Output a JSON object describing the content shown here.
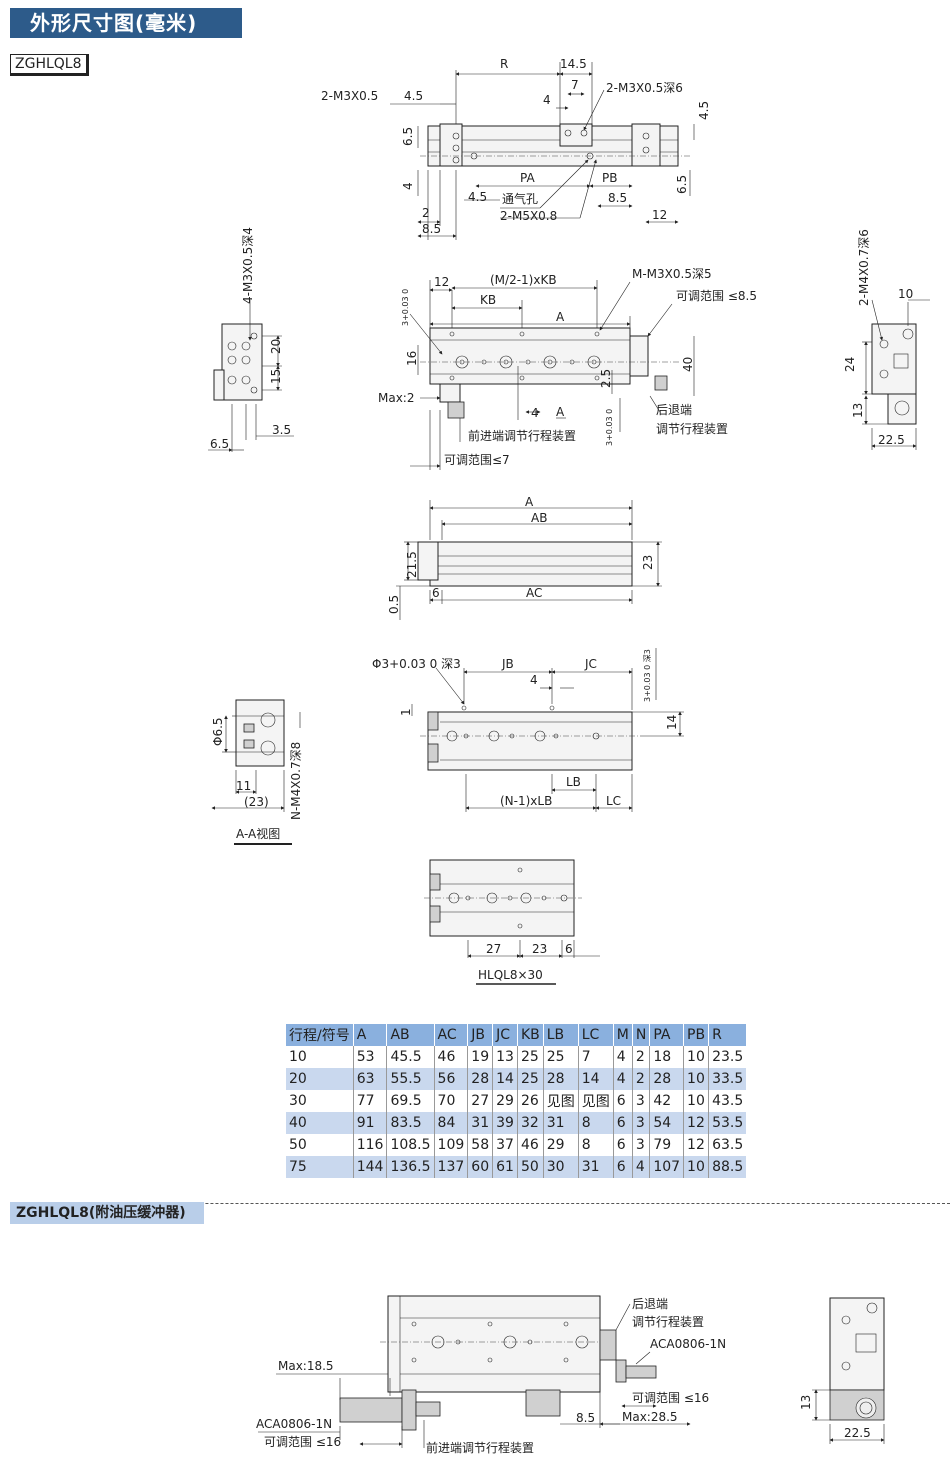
{
  "header": {
    "title": "外形尺寸图(毫米)",
    "model": "ZGHLQL8"
  },
  "top_view": {
    "dim_r": "R",
    "dim_14_5": "14.5",
    "dim_4_5a": "4.5",
    "dim_7": "7",
    "dim_4a": "4",
    "dim_4_5b": "4.5",
    "thread_m3_left": "2-M3X0.5",
    "thread_m3_right": "2-M3X0.5深6",
    "dim_6_5a": "6.5",
    "dim_4b": "4",
    "dim_4_5c": "4.5",
    "dim_2": "2",
    "dim_8_5a": "8.5",
    "dim_pa": "PA",
    "dim_pb": "PB",
    "dim_6_5b": "6.5",
    "dim_8_5b": "8.5",
    "dim_12": "12",
    "vent": "通气孔",
    "thread_m5": "2-M5X0.8"
  },
  "main_view": {
    "tol_3": "3+0.03 0",
    "dim_12": "12",
    "dim_m2kb": "(M/2-1)xKB",
    "dim_kb": "KB",
    "dim_a": "A",
    "thread_m": "M-M3X0.5深5",
    "range_85": "可调范围 ≤8.5",
    "dim_16": "16",
    "dim_40": "40",
    "dim_2_5": "2.5",
    "max_2": "Max:2",
    "dim_4": "4",
    "section_a": "A",
    "rear_label1": "后退端",
    "rear_label2": "调节行程装置",
    "front_label": "前进端调节行程装置",
    "tol_3b": "3+0.03 0",
    "range_7": "可调范围≤7"
  },
  "left_end": {
    "thread": "4-M3X0.5深4",
    "dim_20": "20",
    "dim_15": "15",
    "dim_3_5": "3.5",
    "dim_6_5": "6.5"
  },
  "right_end": {
    "thread": "2-M4X0.7深6",
    "dim_10": "10",
    "dim_24": "24",
    "dim_13": "13",
    "dim_22_5": "22.5"
  },
  "side_view": {
    "dim_a": "A",
    "dim_ab": "AB",
    "dim_21_5": "21.5",
    "dim_23": "23",
    "dim_0_5": "0.5",
    "dim_6": "6",
    "dim_ac": "AC"
  },
  "bottom_view": {
    "hole": "Φ3+0.03 0 深3",
    "dim_jb": "JB",
    "dim_jc": "JC",
    "tol_3": "3+0.03 0 深3",
    "dim_4": "4",
    "dim_1": "1",
    "dim_14": "14",
    "dim_lb": "LB",
    "dim_n1lb": "(N-1)xLB",
    "dim_lc": "LC"
  },
  "aa_view": {
    "dim_phi": "Φ6.5",
    "dim_11": "11",
    "dim_23": "(23)",
    "thread": "N-M4X0.7深8",
    "label": "A-A视图"
  },
  "hlql_view": {
    "dim_27": "27",
    "dim_23": "23",
    "dim_6": "6",
    "label": "HLQL8×30"
  },
  "table": {
    "columns": [
      "行程/符号",
      "A",
      "AB",
      "AC",
      "JB",
      "JC",
      "KB",
      "LB",
      "LC",
      "M",
      "N",
      "PA",
      "PB",
      "R"
    ],
    "rows": [
      [
        "10",
        "53",
        "45.5",
        "46",
        "19",
        "13",
        "25",
        "25",
        "7",
        "4",
        "2",
        "18",
        "10",
        "23.5"
      ],
      [
        "20",
        "63",
        "55.5",
        "56",
        "28",
        "14",
        "25",
        "28",
        "14",
        "4",
        "2",
        "28",
        "10",
        "33.5"
      ],
      [
        "30",
        "77",
        "69.5",
        "70",
        "27",
        "29",
        "26",
        "见图",
        "见图",
        "6",
        "3",
        "42",
        "10",
        "43.5"
      ],
      [
        "40",
        "91",
        "83.5",
        "84",
        "31",
        "39",
        "32",
        "31",
        "8",
        "6",
        "3",
        "54",
        "12",
        "53.5"
      ],
      [
        "50",
        "116",
        "108.5",
        "109",
        "58",
        "37",
        "46",
        "29",
        "8",
        "6",
        "3",
        "79",
        "12",
        "63.5"
      ],
      [
        "75",
        "144",
        "136.5",
        "137",
        "60",
        "61",
        "50",
        "30",
        "31",
        "6",
        "4",
        "107",
        "10",
        "88.5"
      ]
    ]
  },
  "section2": {
    "title": "ZGHLQL8(附油压缓冲器)",
    "rear1": "后退端",
    "rear2": "调节行程装置",
    "absorber_r": "ACA0806-1N",
    "max_185": "Max:18.5",
    "range_16r": "可调范围 ≤16",
    "max_285": "Max:28.5",
    "dim_8_5": "8.5",
    "absorber_l": "ACA0806-1N",
    "range_16l": "可调范围 ≤16",
    "front": "前进端调节行程装置",
    "dim_13": "13",
    "dim_22_5": "22.5"
  }
}
